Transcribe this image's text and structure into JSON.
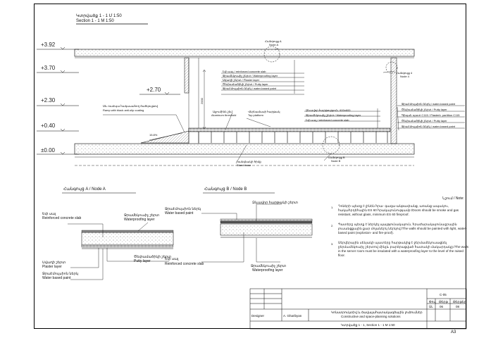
{
  "section_title": {
    "hy": "Կտրվածք   1 - 1   Մ 1:50",
    "en": "Section   1 - 1  M 1:50"
  },
  "levels": [
    "+3.92",
    "+3.70",
    "+2.70",
    "+2.30",
    "+0.40",
    "±0.00"
  ],
  "section_labels": {
    "node_a": {
      "hy": "Հանգույց A",
      "en": "Node A"
    },
    "node_b": {
      "hy": "Հանգույց B",
      "en": "Node B"
    },
    "node_4": {
      "hy": "Հանգույց 4",
      "en": "Node 4"
    },
    "ceiling_layers": [
      "Եփ սալ / reinforced concrete slab",
      "Ջրամեկուսիչ շերտ / Waterproofing layer",
      "Սվաղի շերտ / Plaster layer",
      "Ծեփամածիկի շերտ / Putty layer",
      "Ջրաէմուլսիոն ներկ / water-based paint"
    ],
    "ramp": {
      "hy": "Սև ռամպա հակասահող ծածկույթով",
      "en": "Ramp with black anti-slip coating"
    },
    "aluminum_threshold": {
      "hy": "Ալյումինե շեմ",
      "en": "Aluminum threshold"
    },
    "top_platform": {
      "hy": "Վերնամասի հարթակ",
      "en": "Top platform"
    },
    "stand_base": {
      "hy": "Կանգնակի հիմք",
      "en": "Stand base"
    },
    "ramp_slope": "15.8%",
    "dim_height": "2000",
    "floor_layers": [
      "Ձևավոր հարթություն, 600x600",
      "Ջրամեկուսիչ շերտ / Waterproofing layer",
      "Եփ սալ / reinforced concrete slab"
    ],
    "wall_layers": [
      "Ջրաէմուլսիոն ներկ / water-based paint",
      "Ծեփամածիկի շերտ / Putty layer",
      "Գիպսե պատ C115 / Plasterb. partition C115",
      "Ծեփամածիկի շերտ / Putty layer",
      "Ջրաէմուլսիոն ներկ / water-based paint"
    ]
  },
  "node_a_detail": {
    "title": "Հանգույց  A / Node A",
    "slab": {
      "hy": "Եփ սալ",
      "en": "Reinforced concrete slab"
    },
    "waterproof": {
      "hy": "Ջրամեկուսիչ շերտ",
      "en": "Waterproofing layer"
    },
    "plaster": {
      "hy": "Սվաղի շերտ",
      "en": "Plaster layer"
    },
    "paint": {
      "hy": "Ջրաէմուլսիոն ներկ",
      "en": "Water based paint"
    },
    "putty": {
      "hy": "Ծեփամածիկի շերտ",
      "en": "Putty layer"
    }
  },
  "node_b_detail": {
    "title": "Հանգույց  B / Node B",
    "paint": {
      "hy": "Ջրաէմուլսիոն ներկ",
      "en": "Water based paint"
    },
    "floor": "Ձևավոր հարթակի շերտ",
    "slab": {
      "hy": "Եփ սալ",
      "en": "Reinforced concrete slab"
    },
    "waterproof": {
      "hy": "Ջրամեկուսիչ շերտ",
      "en": "Waterproofing layer"
    }
  },
  "notes": {
    "title": "Նշում / Note:",
    "items": [
      {
        "num": "1.",
        "text": "Դռների պետք է լինեն հրա- գազա-անթափանց, առանց ապակու, հակահրդեհային ES 60 հրակայունությամբ:/Doors should be smoke and gas resistant, without glass, minimum ES 60 fireproof."
      },
      {
        "num": "2.",
        "text": "Պատերը պետք է ներկել պայթյունակայուն, հրաժարակայունաջրային լուսանցքային քար մոլաներկ ներկով:/The walls should be painted with light, water-based paint (explosion- and fire-proof)."
      },
      {
        "num": "3.",
        "text": "Սերվերային սենյակի պատերը հարթակից է ջերմամեկուսացնել ջերմամեկուսիչ շերտով մինչև բարձրացված հատակի մակարդակը:/The walls in the server room must be insulated with a waterproofing layer to the level of the raised floor."
      }
    ]
  },
  "title_block": {
    "sheet_code": "C-05",
    "col_stage": "Փուլ",
    "col_sheet": "Թերթ",
    "col_sheets": "Թերթեր",
    "stage": "ՍԼ",
    "sheet": "06",
    "sheets": "08",
    "designer_label": "Designer",
    "designer": "A. Gharibyan",
    "desc_hy": "Կոնստրուկտիվ և ծավալահատակագծային լուծումներ",
    "desc_en": "Constructive and space-planning solutions",
    "drawing": "Կտրվածք 1 - 1, Section  1 - 1 M 1:50",
    "format": "A3"
  }
}
